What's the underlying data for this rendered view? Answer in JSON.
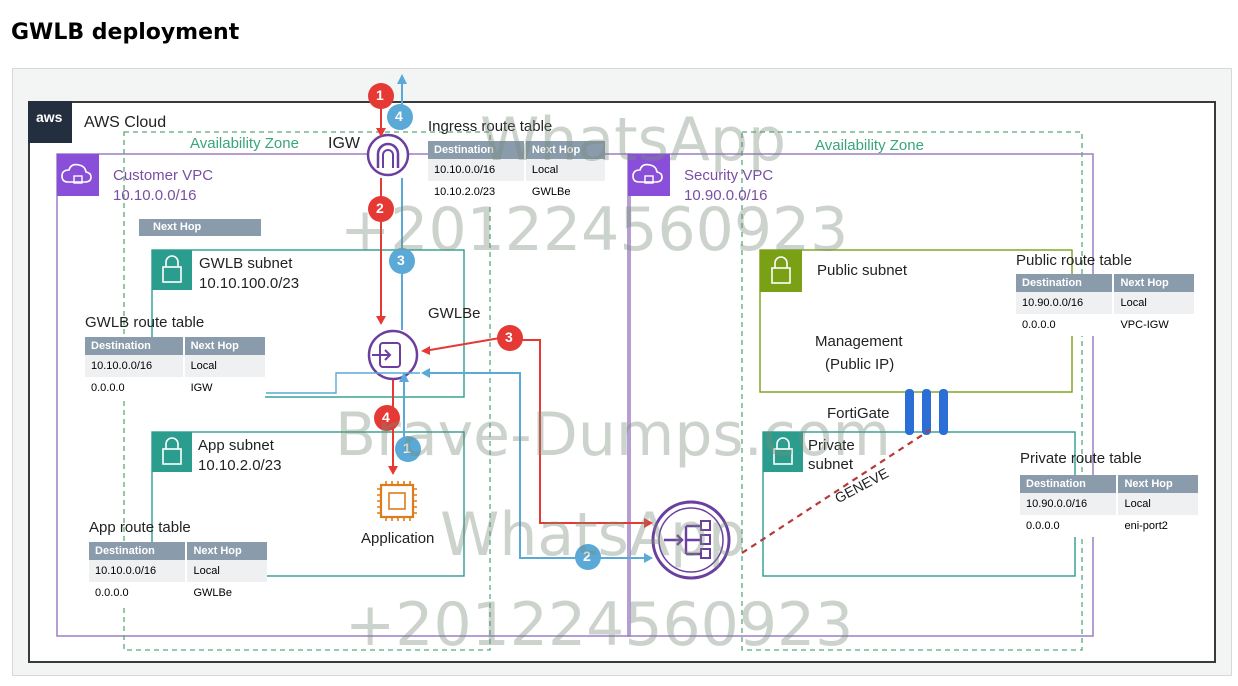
{
  "page_title": "GWLB deployment",
  "cloud": {
    "aws_logo": "aws",
    "label": "AWS Cloud"
  },
  "customer_vpc": {
    "name": "Customer VPC",
    "cidr": "10.10.0.0/16",
    "az_label": "Availability Zone",
    "next_hop_tag": "Next Hop",
    "gwlb_subnet": {
      "name": "GWLB subnet",
      "cidr": "10.10.100.0/23"
    },
    "app_subnet": {
      "name": "App subnet",
      "cidr": "10.10.2.0/23"
    },
    "gwlb_route_table": {
      "title": "GWLB route table",
      "headers": [
        "Destination",
        "Next Hop"
      ],
      "rows": [
        [
          "10.10.0.0/16",
          "Local"
        ],
        [
          "0.0.0.0",
          "IGW"
        ]
      ]
    },
    "app_route_table": {
      "title": "App route table",
      "headers": [
        "Destination",
        "Next Hop"
      ],
      "rows": [
        [
          "10.10.0.0/16",
          "Local"
        ],
        [
          "0.0.0.0",
          "GWLBe"
        ]
      ]
    },
    "ingress_route_table": {
      "title": "Ingress route table",
      "headers": [
        "Destination",
        "Next Hop"
      ],
      "rows": [
        [
          "10.10.0.0/16",
          "Local"
        ],
        [
          "10.10.2.0/23",
          "GWLBe"
        ]
      ]
    },
    "igw_label": "IGW",
    "gwlbe_label": "GWLBe",
    "application_label": "Application"
  },
  "security_vpc": {
    "name": "Security VPC",
    "cidr": "10.90.0.0/16",
    "az_label": "Availability Zone",
    "public_subnet": {
      "name": "Public subnet"
    },
    "management_label": [
      "Management",
      "(Public IP)"
    ],
    "fortigate_label": "FortiGate",
    "private_subnet": {
      "name": [
        "Private",
        "subnet"
      ]
    },
    "geneve_label": "GENEVE",
    "public_route_table": {
      "title": "Public route table",
      "headers": [
        "Destination",
        "Next Hop"
      ],
      "rows": [
        [
          "10.90.0.0/16",
          "Local"
        ],
        [
          "0.0.0.0",
          "VPC-IGW"
        ]
      ]
    },
    "private_route_table": {
      "title": "Private route table",
      "headers": [
        "Destination",
        "Next Hop"
      ],
      "rows": [
        [
          "10.90.0.0/16",
          "Local"
        ],
        [
          "0.0.0.0",
          "eni-port2"
        ]
      ]
    }
  },
  "steps": {
    "red": [
      "1",
      "2",
      "3",
      "4"
    ],
    "blue": [
      "4",
      "3",
      "1",
      "2"
    ]
  },
  "watermarks": [
    "WhatsApp",
    "+201224560923",
    "Brave-Dumps.com",
    "WhatsApp",
    "+201224560923"
  ],
  "colors": {
    "vpc": "#7a4fa3",
    "az": "#3aa57a",
    "subnet": "#2a9d8f",
    "public_subnet": "#7aa116",
    "red_flow": "#e53935",
    "blue_flow": "#5aa9d6",
    "geneve": "#b53a3a"
  }
}
